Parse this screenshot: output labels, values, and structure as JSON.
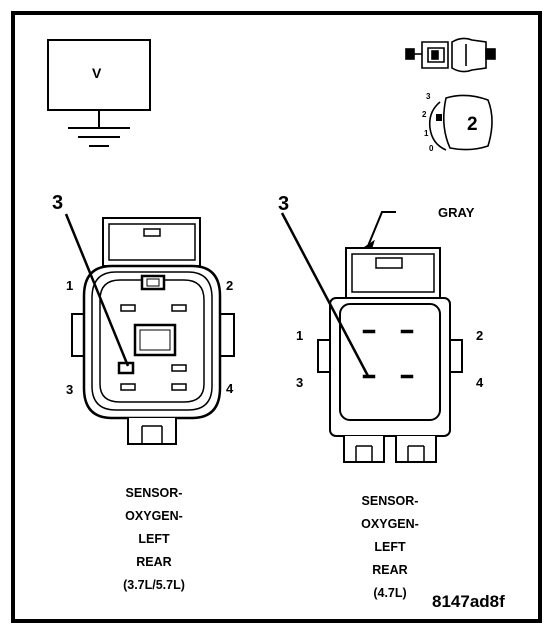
{
  "voltmeter_symbol": {
    "label": "V"
  },
  "icons": [
    "voltmeter-ground-symbol",
    "connector-front-view-icon",
    "pin-number-cavity-icon"
  ],
  "pin_cavity_icon": {
    "scale": [
      "3",
      "2",
      "1",
      "0"
    ],
    "badge": "2"
  },
  "left_connector": {
    "callout": "3",
    "pins": {
      "p1": "1",
      "p2": "2",
      "p3": "3",
      "p4": "4"
    },
    "caption": [
      "SENSOR-",
      "OXYGEN-",
      "LEFT",
      "REAR",
      "(3.7L/5.7L)"
    ]
  },
  "right_connector": {
    "callout": "3",
    "color_label": "GRAY",
    "pins": {
      "p1": "1",
      "p2": "2",
      "p3": "3",
      "p4": "4"
    },
    "caption": [
      "SENSOR-",
      "OXYGEN-",
      "LEFT",
      "REAR",
      "(4.7L)"
    ]
  },
  "figure_id": "8147ad8f"
}
